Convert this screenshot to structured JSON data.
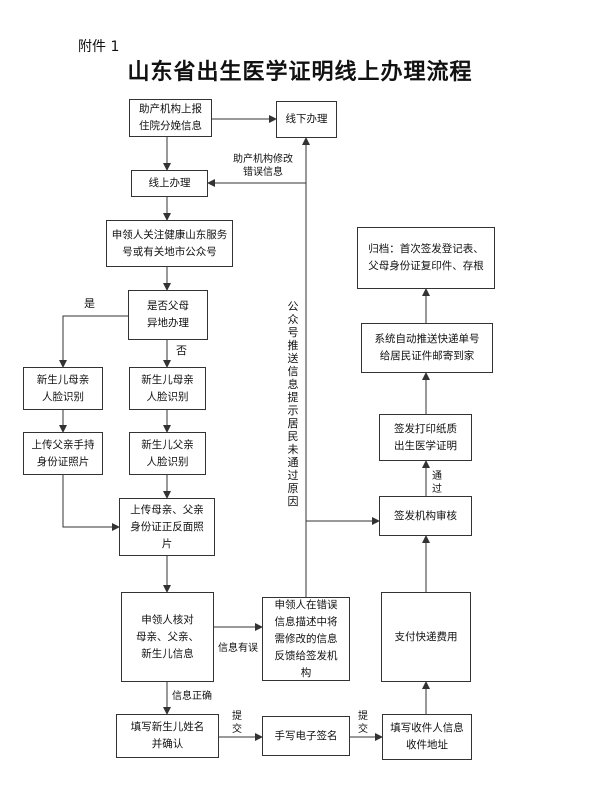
{
  "header": {
    "attachment": "附件 1",
    "title": "山东省出生医学证明线上办理流程"
  },
  "boxes": {
    "report": "助产机构上报\n住院分娩信息",
    "offline": "线下办理",
    "online": "线上办理",
    "follow": "申领人关注健康山东服务\n号或有关地市公众号",
    "decision": "是否父母\n异地办理",
    "baby_face_left": "新生儿母亲\n人脸识别",
    "father_upload": "上传父亲手持\n身份证照片",
    "baby_face_right": "新生儿母亲\n人脸识别",
    "father_face": "新生儿父亲\n人脸识别",
    "upload_ids": "上传母亲、父亲\n身份证正反面照\n片",
    "verify": "申领人核对\n母亲、父亲、\n新生儿信息",
    "feedback": "申领人在错误\n信息描述中将\n需修改的信息\n反馈给签发机\n构",
    "name": "填写新生儿姓名\n并确认",
    "sign": "手写电子签名",
    "address": "填写收件人信息\n收件地址",
    "pay": "支付快递费用",
    "review": "签发机构审核",
    "print": "签发打印纸质\n出生医学证明",
    "mail": "系统自动推送快递单号\n给居民证件邮寄到家",
    "archive": "归档：首次签发登记表、\n父母身份证复印件、存根"
  },
  "labels": {
    "fix_error": "助产机构修改\n错误信息",
    "yes": "是",
    "no": "否",
    "info_error": "信息有误",
    "info_correct": "信息正确",
    "submit1": "提\n交",
    "submit2": "提\n交",
    "pass": "通\n过",
    "push_reason": "公众号推送信息提示居民未通过原因"
  }
}
